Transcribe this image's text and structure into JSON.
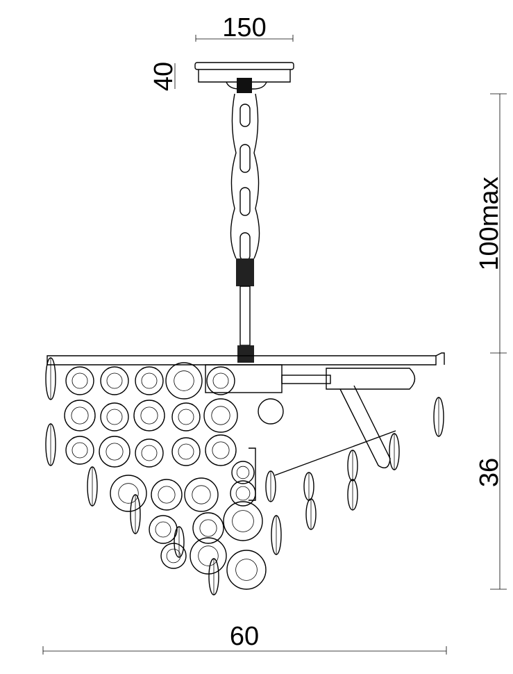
{
  "dimensions": {
    "canopy_width": "150",
    "canopy_height": "40",
    "drop_length": "100max",
    "body_height": "36",
    "overall_width": "60"
  }
}
